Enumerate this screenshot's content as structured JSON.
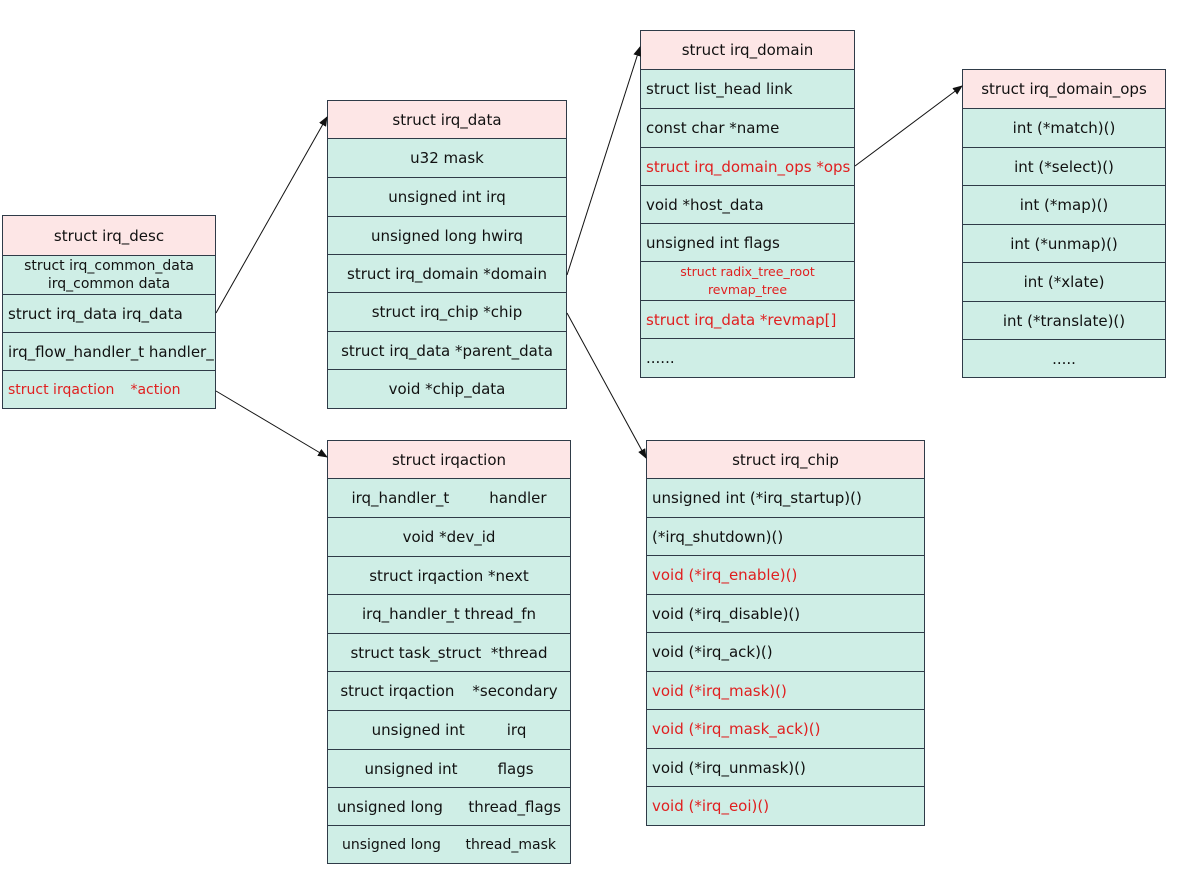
{
  "irq_desc": {
    "title": "struct irq_desc",
    "rows": [
      {
        "a": "struct irq_common_data",
        "b": "irq_common data"
      },
      {
        "text": "struct irq_data irq_data"
      },
      {
        "text": "irq_flow_handler_t handler_irq"
      },
      {
        "a": "struct irqaction",
        "b": "*action"
      }
    ]
  },
  "irq_data": {
    "title": "struct irq_data",
    "rows": [
      "u32 mask",
      "unsigned int irq",
      "unsigned long hwirq",
      "struct irq_domain *domain",
      "struct irq_chip *chip",
      "struct irq_data *parent_data",
      "void *chip_data"
    ]
  },
  "irq_domain": {
    "title": "struct irq_domain",
    "rows": [
      {
        "text": "struct list_head link"
      },
      {
        "text": "const char *name"
      },
      {
        "text": "struct irq_domain_ops *ops"
      },
      {
        "text": "void *host_data"
      },
      {
        "text": "unsigned int flags"
      },
      {
        "a": "struct radix_tree_root",
        "b": "revmap_tree"
      },
      {
        "text": "struct irq_data *revmap[]"
      },
      {
        "text": "......"
      }
    ]
  },
  "irq_domain_ops": {
    "title": "struct irq_domain_ops",
    "rows": [
      "int (*match)()",
      "int (*select)()",
      "int (*map)()",
      "int (*unmap)()",
      "int (*xlate)",
      "int (*translate)()",
      "....."
    ]
  },
  "irqaction": {
    "title": "struct irqaction",
    "rows": [
      {
        "a": "irq_handler_t",
        "b": "handler"
      },
      {
        "text": "void *dev_id"
      },
      {
        "text": "struct irqaction *next"
      },
      {
        "text": "irq_handler_t thread_fn"
      },
      {
        "text": "struct task_struct  *thread"
      },
      {
        "a": "struct irqaction",
        "b": "*secondary"
      },
      {
        "a": "unsigned int",
        "b": "irq"
      },
      {
        "a": "unsigned int",
        "b": "flags"
      },
      {
        "a": "unsigned long",
        "b": "thread_flags"
      },
      {
        "a": "unsigned long",
        "b": "thread_mask"
      }
    ]
  },
  "irq_chip": {
    "title": "struct irq_chip",
    "rows": [
      "unsigned int (*irq_startup)()",
      "(*irq_shutdown)()",
      "void (*irq_enable)()",
      "void (*irq_disable)()",
      "void (*irq_ack)()",
      "void (*irq_mask)()",
      "void (*irq_mask_ack)()",
      "void (*irq_unmask)()",
      "void (*irq_eoi)()"
    ]
  },
  "colors": {
    "header_fill": "#fde6e6",
    "row_fill": "#cfeee6",
    "border": "#2f3b48",
    "highlight_text": "#e02020"
  }
}
